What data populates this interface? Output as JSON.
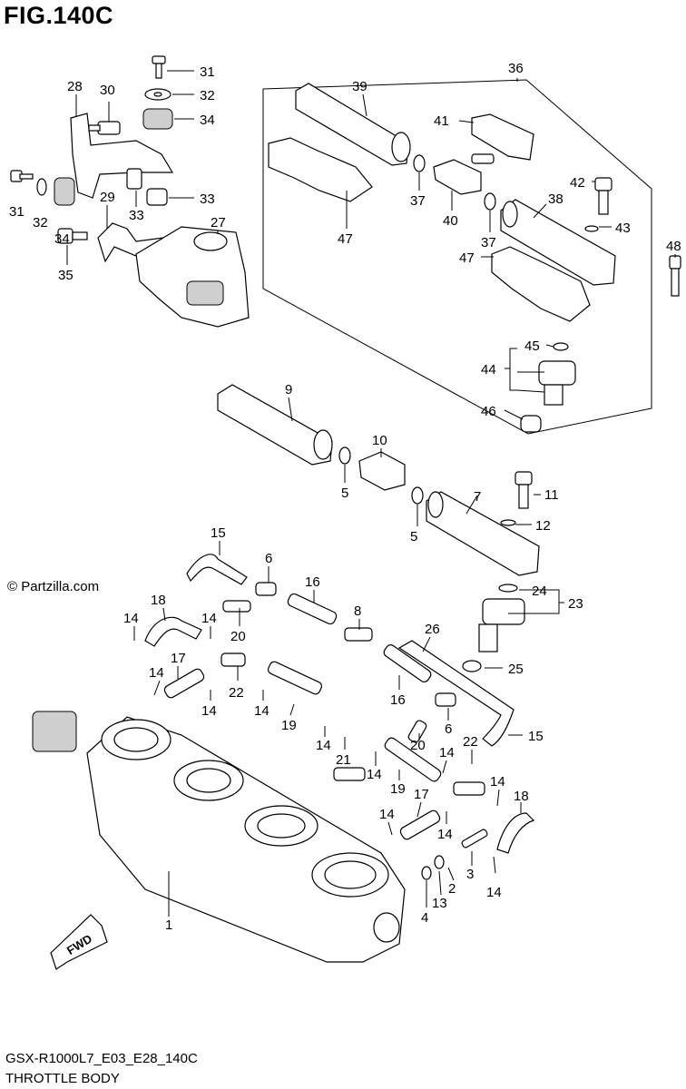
{
  "figure": {
    "title": "FIG.140C"
  },
  "footer": {
    "code": "GSX-R1000L7_E03_E28_140C",
    "name": "THROTTLE BODY"
  },
  "watermark": {
    "text": "© Partzilla.com"
  },
  "fwd_label": "FWD",
  "callouts": [
    {
      "id": "c31a",
      "text": "31"
    },
    {
      "id": "c32a",
      "text": "32"
    },
    {
      "id": "c34a",
      "text": "34"
    },
    {
      "id": "c28",
      "text": "28"
    },
    {
      "id": "c30",
      "text": "30"
    },
    {
      "id": "c31b",
      "text": "31"
    },
    {
      "id": "c32b",
      "text": "32"
    },
    {
      "id": "c34b",
      "text": "34"
    },
    {
      "id": "c33a",
      "text": "33"
    },
    {
      "id": "c33b",
      "text": "33"
    },
    {
      "id": "c29",
      "text": "29"
    },
    {
      "id": "c27",
      "text": "27"
    },
    {
      "id": "c35",
      "text": "35"
    },
    {
      "id": "c36",
      "text": "36"
    },
    {
      "id": "c39",
      "text": "39"
    },
    {
      "id": "c41",
      "text": "41"
    },
    {
      "id": "c37a",
      "text": "37"
    },
    {
      "id": "c40",
      "text": "40"
    },
    {
      "id": "c47a",
      "text": "47"
    },
    {
      "id": "c42",
      "text": "42"
    },
    {
      "id": "c38",
      "text": "38"
    },
    {
      "id": "c43",
      "text": "43"
    },
    {
      "id": "c37b",
      "text": "37"
    },
    {
      "id": "c48",
      "text": "48"
    },
    {
      "id": "c47b",
      "text": "47"
    },
    {
      "id": "c45",
      "text": "45"
    },
    {
      "id": "c44",
      "text": "44"
    },
    {
      "id": "c46",
      "text": "46"
    },
    {
      "id": "c9",
      "text": "9"
    },
    {
      "id": "c10",
      "text": "10"
    },
    {
      "id": "c5a",
      "text": "5"
    },
    {
      "id": "c7",
      "text": "7"
    },
    {
      "id": "c11",
      "text": "11"
    },
    {
      "id": "c5b",
      "text": "5"
    },
    {
      "id": "c12",
      "text": "12"
    },
    {
      "id": "c15a",
      "text": "15"
    },
    {
      "id": "c6a",
      "text": "6"
    },
    {
      "id": "c16a",
      "text": "16"
    },
    {
      "id": "c24",
      "text": "24"
    },
    {
      "id": "c23",
      "text": "23"
    },
    {
      "id": "c18a",
      "text": "18"
    },
    {
      "id": "c8",
      "text": "8"
    },
    {
      "id": "c14a",
      "text": "14"
    },
    {
      "id": "c14b",
      "text": "14"
    },
    {
      "id": "c20a",
      "text": "20"
    },
    {
      "id": "c26",
      "text": "26"
    },
    {
      "id": "c17a",
      "text": "17"
    },
    {
      "id": "c25",
      "text": "25"
    },
    {
      "id": "c14c",
      "text": "14"
    },
    {
      "id": "c22a",
      "text": "22"
    },
    {
      "id": "c14d",
      "text": "14"
    },
    {
      "id": "c14e",
      "text": "14"
    },
    {
      "id": "c16b",
      "text": "16"
    },
    {
      "id": "c6b",
      "text": "6"
    },
    {
      "id": "c19a",
      "text": "19"
    },
    {
      "id": "c15b",
      "text": "15"
    },
    {
      "id": "c14f",
      "text": "14"
    },
    {
      "id": "c21",
      "text": "21"
    },
    {
      "id": "c20b",
      "text": "20"
    },
    {
      "id": "c14g",
      "text": "14"
    },
    {
      "id": "c14h",
      "text": "14"
    },
    {
      "id": "c22b",
      "text": "22"
    },
    {
      "id": "c19b",
      "text": "19"
    },
    {
      "id": "c14i",
      "text": "14"
    },
    {
      "id": "c17b",
      "text": "17"
    },
    {
      "id": "c18b",
      "text": "18"
    },
    {
      "id": "c14j",
      "text": "14"
    },
    {
      "id": "c14k",
      "text": "14"
    },
    {
      "id": "c3",
      "text": "3"
    },
    {
      "id": "c2",
      "text": "2"
    },
    {
      "id": "c14l",
      "text": "14"
    },
    {
      "id": "c13",
      "text": "13"
    },
    {
      "id": "c4",
      "text": "4"
    },
    {
      "id": "c1",
      "text": "1"
    }
  ]
}
